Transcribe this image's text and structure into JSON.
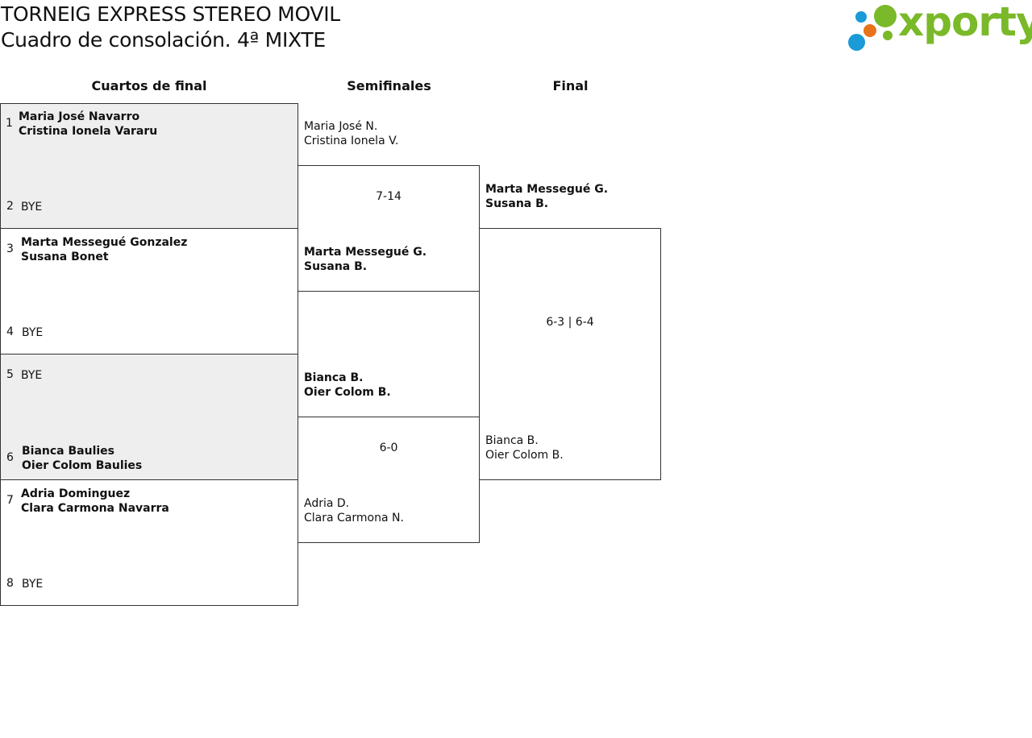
{
  "header": {
    "title": "TORNEIG EXPRESS STEREO MOVIL",
    "subtitle": "Cuadro de consolación. 4ª MIXTE"
  },
  "logo": {
    "text": "xporty",
    "colors": {
      "green": "#7ab929",
      "orange": "#e8731a",
      "blue": "#1a9ad6"
    }
  },
  "rounds": {
    "quarterfinals": "Cuartos de final",
    "semifinals": "Semifinales",
    "final": "Final"
  },
  "quarterfinals": [
    {
      "seed": "1",
      "line1": "Maria José Navarro",
      "line2": "Cristina Ionela Vararu"
    },
    {
      "seed": "2",
      "line1": "BYE",
      "line2": ""
    },
    {
      "seed": "3",
      "line1": "Marta Messegué Gonzalez",
      "line2": "Susana Bonet"
    },
    {
      "seed": "4",
      "line1": "BYE",
      "line2": ""
    },
    {
      "seed": "5",
      "line1": "BYE",
      "line2": ""
    },
    {
      "seed": "6",
      "line1": "Bianca Baulies",
      "line2": "Oier Colom Baulies"
    },
    {
      "seed": "7",
      "line1": "Adria Dominguez",
      "line2": "Clara Carmona Navarra"
    },
    {
      "seed": "8",
      "line1": "BYE",
      "line2": ""
    }
  ],
  "semifinals": [
    {
      "line1": "Maria José N.",
      "line2": "Cristina Ionela V."
    },
    {
      "line1": "Marta Messegué G.",
      "line2": "Susana B."
    },
    {
      "line1": "Bianca B.",
      "line2": "Oier Colom B."
    },
    {
      "line1": "Adria D.",
      "line2": "Clara Carmona N."
    }
  ],
  "semifinal_scores": [
    "7-14",
    "6-0"
  ],
  "final": [
    {
      "line1": "Marta Messegué G.",
      "line2": "Susana B."
    },
    {
      "line1": "Bianca B.",
      "line2": "Oier Colom B."
    }
  ],
  "final_score": "6-3 | 6-4"
}
